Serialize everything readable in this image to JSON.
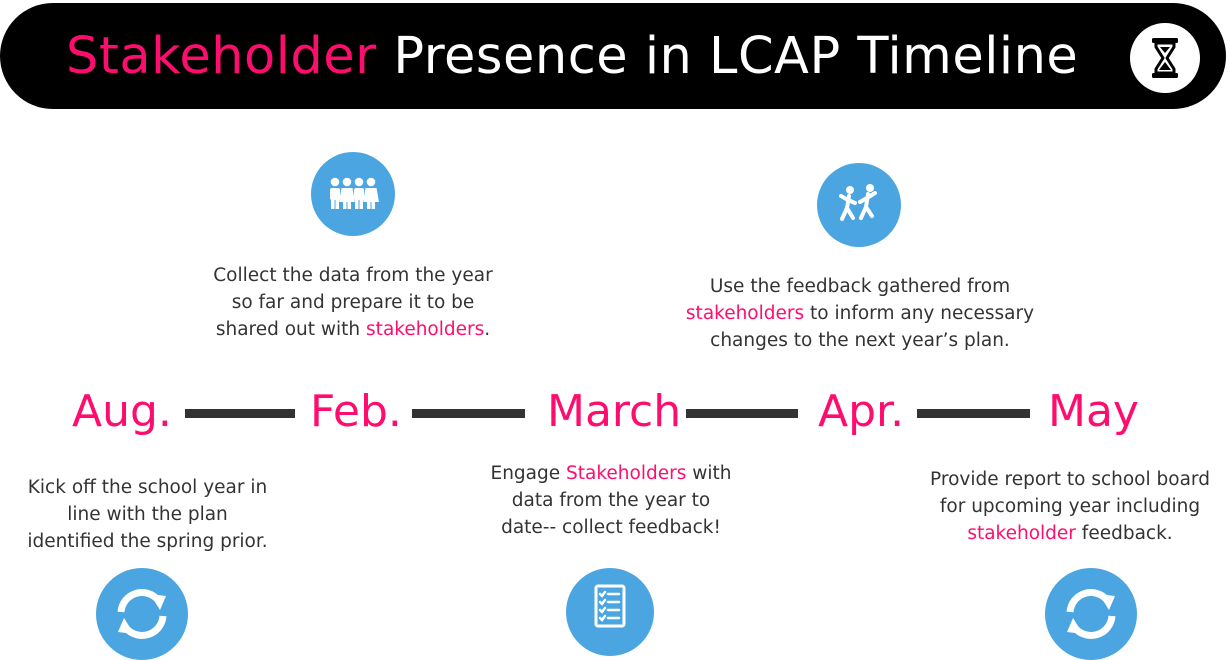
{
  "title": {
    "highlight": "Stakeholder",
    "rest": " Presence in LCAP Timeline",
    "icon": "hourglass-icon"
  },
  "colors": {
    "accent": "#ff0d6e",
    "icon_bg": "#4aa5e1",
    "title_bg": "#000000"
  },
  "timeline": {
    "months": [
      "Aug.",
      "Feb.",
      "March",
      "Apr.",
      "May"
    ]
  },
  "steps": {
    "aug": {
      "icon": "refresh-cycle-icon",
      "lines": [
        "Kick off the school year in",
        "line with the plan",
        "identified the spring prior."
      ]
    },
    "feb": {
      "icon": "people-group-icon",
      "line1": "Collect the data from the year",
      "line2": "so far and prepare it to be",
      "line3_pre": "shared out with ",
      "line3_hl": "stakeholders",
      "line3_post": "."
    },
    "march": {
      "icon": "checklist-icon",
      "line1_pre": "Engage ",
      "line1_hl": "Stakeholders",
      "line1_post": " with",
      "line2": "data from the year to",
      "line3": "date-- collect feedback!"
    },
    "apr": {
      "icon": "dancing-people-icon",
      "line1": "Use the feedback gathered from",
      "line2_hl": "stakeholders",
      "line2_post": " to inform any necessary",
      "line3": "changes to the next year’s plan."
    },
    "may": {
      "icon": "refresh-cycle-icon",
      "line1": "Provide report to school board",
      "line2": "for upcoming year including",
      "line3_hl": "stakeholder",
      "line3_post": " feedback."
    }
  }
}
